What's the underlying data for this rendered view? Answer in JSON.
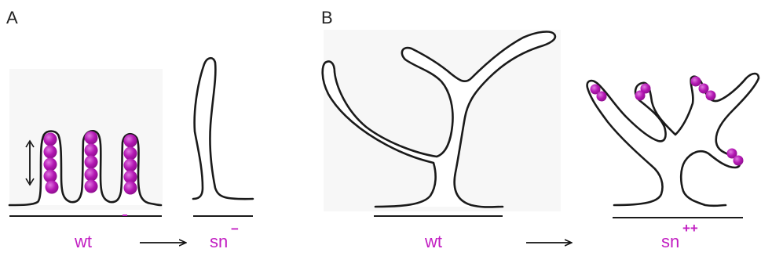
{
  "panels": [
    {
      "letter": "A",
      "left_label": "wt",
      "right_label": "sn",
      "right_superscript": "−"
    },
    {
      "letter": "B",
      "left_label": "wt",
      "right_label": "sn",
      "right_superscript": "++"
    }
  ],
  "colors": {
    "accent": "#c21ec2",
    "bead": "#b317b3",
    "bead_highlight": "#d466d4",
    "outline": "#1a1a1a"
  }
}
